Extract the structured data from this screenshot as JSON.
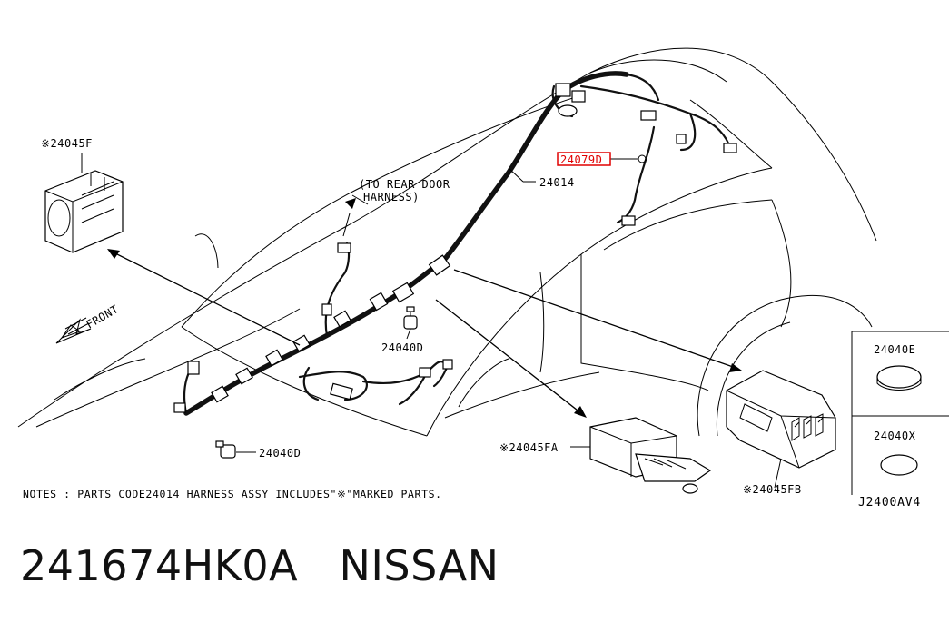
{
  "labels": {
    "part_24045F": "※24045F",
    "to_rear_door_line1": "(TO REAR DOOR",
    "to_rear_door_line2": "HARNESS)",
    "part_24014": "24014",
    "part_24079D": "24079D",
    "part_24040D_upper": "24040D",
    "part_24040D_lower": "24040D",
    "front": "FRONT",
    "part_24045FA": "※24045FA",
    "part_24045FB": "※24045FB",
    "part_24040E": "24040E",
    "part_24040X": "24040X"
  },
  "highlight_color": "#e00000",
  "notes": "NOTES : PARTS CODE24014 HARNESS ASSY INCLUDES\"※\"MARKED PARTS.",
  "diagram_code": "J2400AV4",
  "part_number_title": "241674HK0A   NISSAN"
}
